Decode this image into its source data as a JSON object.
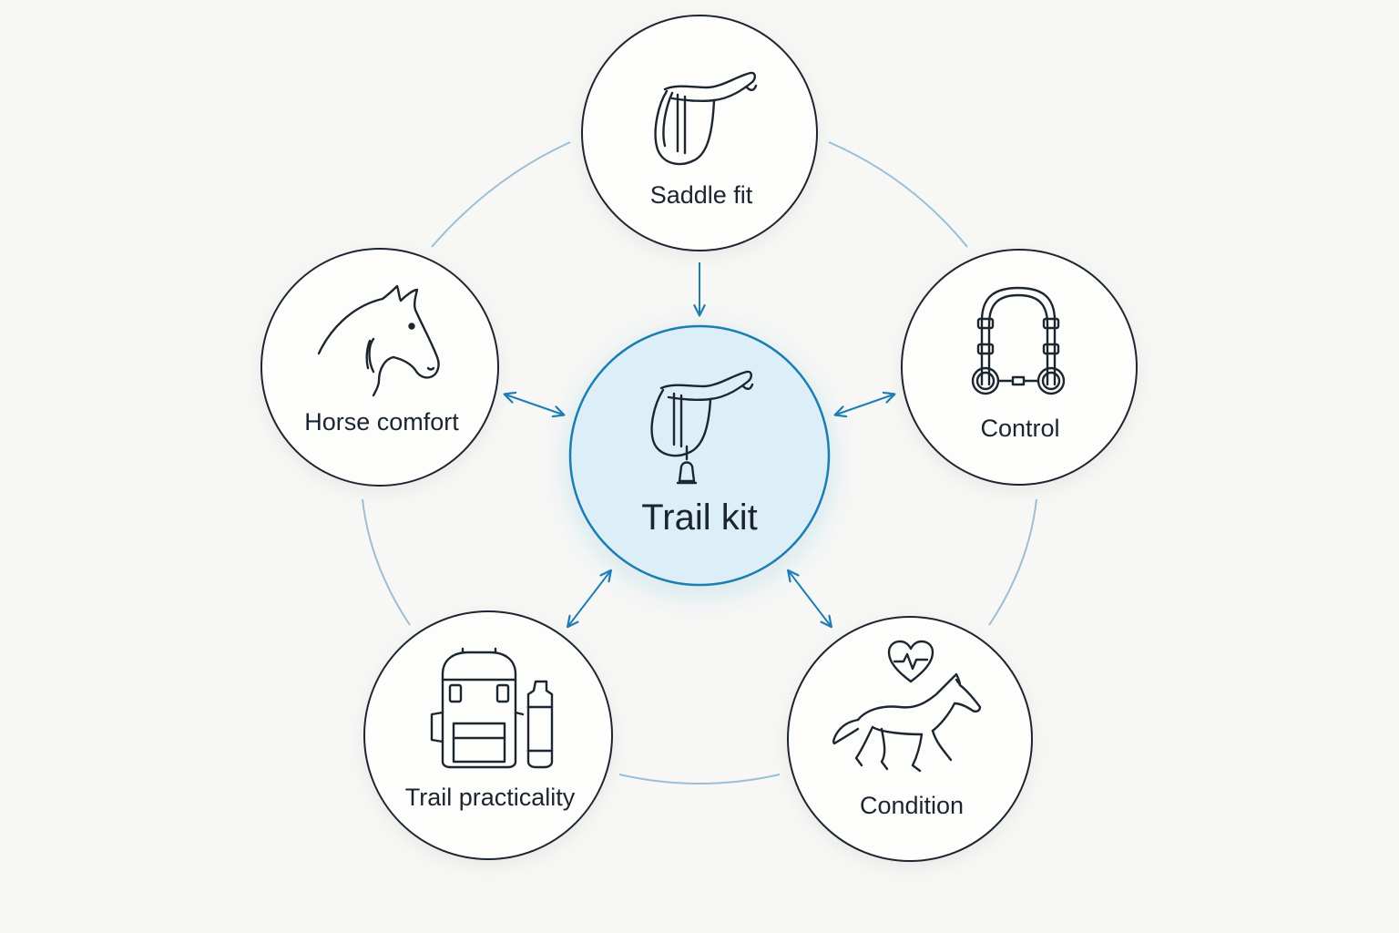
{
  "center": {
    "label": "Trail kit",
    "icon": "saddle-with-stirrup-icon"
  },
  "nodes": [
    {
      "id": "saddle-fit",
      "label": "Saddle fit",
      "icon": "saddle-icon"
    },
    {
      "id": "control",
      "label": "Control",
      "icon": "bridle-bit-icon"
    },
    {
      "id": "condition",
      "label": "Condition",
      "icon": "trotting-horse-heart-icon"
    },
    {
      "id": "trail-practicality",
      "label": "Trail practicality",
      "icon": "backpack-bottle-icon"
    },
    {
      "id": "horse-comfort",
      "label": "Horse comfort",
      "icon": "horse-head-icon"
    }
  ],
  "colors": {
    "background": "#f7f7f5",
    "ring": "#9dbfd6",
    "arrow": "#1f7db3",
    "center_fill": "#dcefF8",
    "center_stroke": "#1f7db3",
    "node_stroke": "#1c2630"
  }
}
